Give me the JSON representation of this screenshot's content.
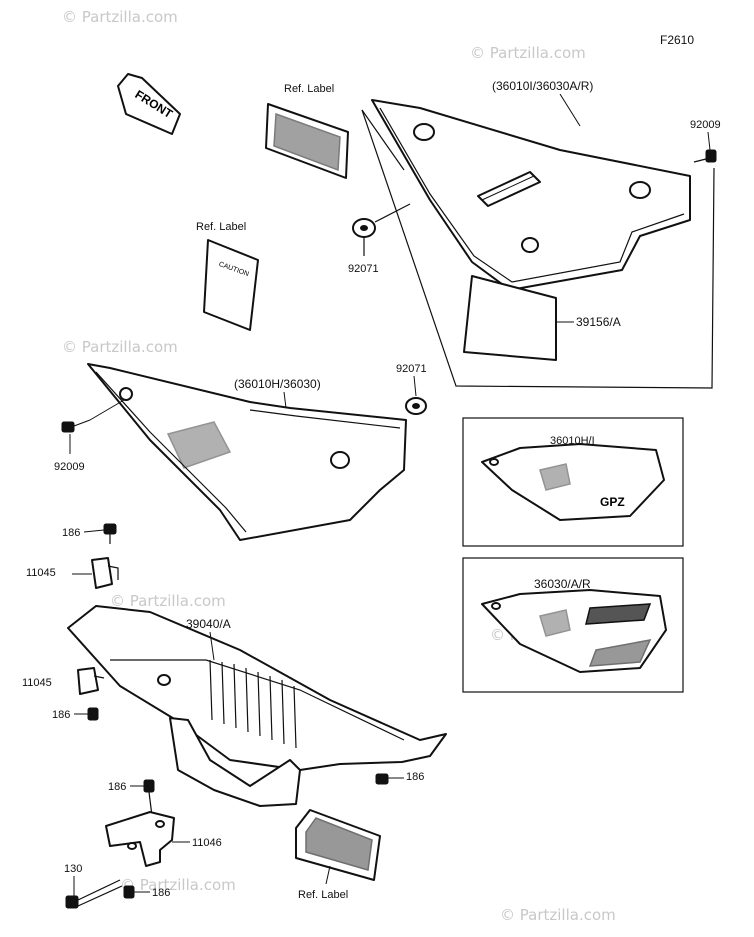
{
  "figure_code": "F2610",
  "watermark": "© Partzilla.com",
  "front_arrow": "FRONT",
  "labels": {
    "ref_label_top": "Ref. Label",
    "ref_label_mid": "Ref. Label",
    "ref_label_bottom": "Ref. Label",
    "cover_right_top": "(36010I/36030A/R)",
    "cover_left": "(36010H/36030)",
    "part_92009_top": "92009",
    "part_92009_left": "92009",
    "part_92071_top": "92071",
    "part_92071_mid": "92071",
    "part_39156": "39156/A",
    "inset_1": "36010H/I",
    "inset_2": "36030/A/R",
    "part_186_a": "186",
    "part_11045_a": "11045",
    "part_39040": "39040/A",
    "part_11045_b": "11045",
    "part_186_b": "186",
    "part_186_c": "186",
    "part_186_d": "186",
    "part_11046": "11046",
    "part_130": "130",
    "part_186_e": "186"
  },
  "emblem_text": "GPZ"
}
